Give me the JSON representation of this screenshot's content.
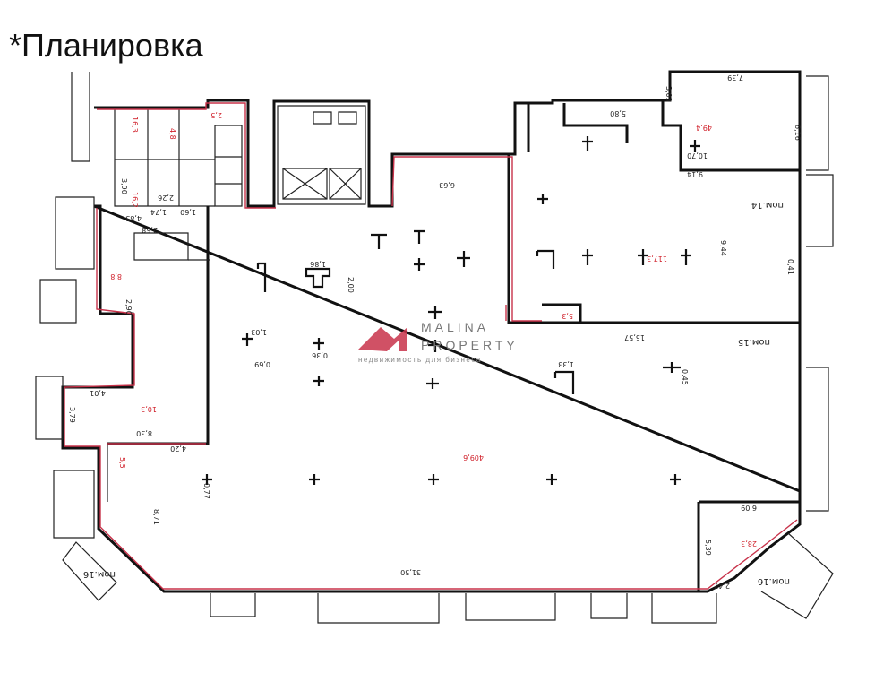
{
  "title": "*Планировка",
  "watermark": {
    "line1": "MALINA",
    "line2": "PROPERTY",
    "line3": "недвижимость для бизнеса",
    "color": "#c8324a"
  },
  "rooms": {
    "pom14": "пом.14",
    "pom15": "пом.15",
    "pom16_left": "пом.16",
    "pom16_right": "пом.16"
  },
  "areas": [
    "409,6",
    "117,3",
    "49,4",
    "10,3",
    "16,2",
    "16,3",
    "5,5",
    "28,3",
    "5,3",
    "8,8",
    "4,8",
    "2,5"
  ],
  "dims": [
    "31,50",
    "15,57",
    "9,44",
    "8,71",
    "8,30",
    "4,20",
    "4,01",
    "3,79",
    "6,09",
    "5,39",
    "2,47",
    "6,63",
    "7,39",
    "10,70",
    "9,14",
    "6,16",
    "0,41",
    "0,45",
    "0,77",
    "1,33",
    "3,03",
    "1,03",
    "0,69",
    "0,36",
    "2,00",
    "1,86",
    "5,80",
    "2,90",
    "3,90",
    "4,85",
    "2,58",
    "2,26",
    "1,74",
    "1,60"
  ]
}
